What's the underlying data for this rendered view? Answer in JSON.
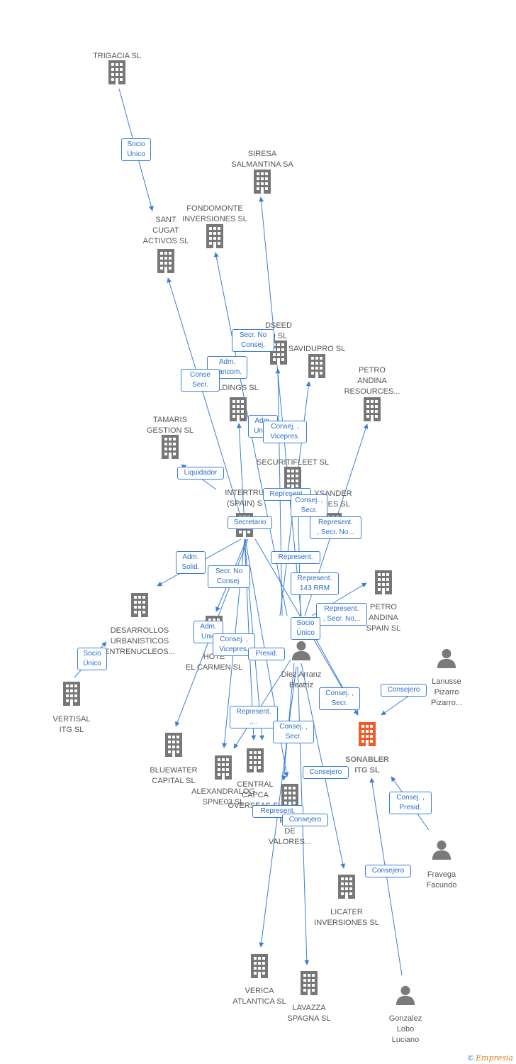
{
  "colors": {
    "edge": "#3b7fd4",
    "building": "#777777",
    "building_main": "#f05a28",
    "person": "#7a7a7a",
    "label": "#555555"
  },
  "nodes": [
    {
      "id": "trigacia",
      "type": "company",
      "label": "TRIGACIA  SL"
    },
    {
      "id": "siresa",
      "type": "company",
      "label": "SIRESA\nSALMANTINA SA"
    },
    {
      "id": "fondomonte",
      "type": "company",
      "label": "FONDOMONTE\nINVERSIONES SL"
    },
    {
      "id": "santcugat",
      "type": "company",
      "label": "SANT\nCUGAT\nACTIVOS  SL"
    },
    {
      "id": "dseed",
      "type": "company",
      "label": "DSEED\nD  SL"
    },
    {
      "id": "savidupro",
      "type": "company",
      "label": "SAVIDUPRO SL"
    },
    {
      "id": "petroandres",
      "type": "company",
      "label": "PETRO\nANDINA\nRESOURCES..."
    },
    {
      "id": "holdings",
      "type": "company",
      "label": "LDINGS SL"
    },
    {
      "id": "tamaris",
      "type": "company",
      "label": "TAMARIS\nGESTION SL"
    },
    {
      "id": "securitifleet",
      "type": "company",
      "label": "SECURITIFLEET SL"
    },
    {
      "id": "intertrust",
      "type": "company",
      "label": "INTERTRU\n(SPAIN) S"
    },
    {
      "id": "lysander",
      "type": "company",
      "label": "YSANDER\nONES SL"
    },
    {
      "id": "petrospain",
      "type": "company",
      "label": "PETRO\nANDINA\nSPAIN SL"
    },
    {
      "id": "desarrollos",
      "type": "company",
      "label": "DESARROLLOS\nURBANISTICOS\nENTRENUCLEOS..."
    },
    {
      "id": "hotel",
      "type": "company",
      "label": "HOTE\nEL CARMEN SL"
    },
    {
      "id": "vertisal",
      "type": "company",
      "label": "VERTISAL\nITG  SL"
    },
    {
      "id": "bluewater",
      "type": "company",
      "label": "BLUEWATER\nCAPITAL SL"
    },
    {
      "id": "alexandralog",
      "type": "company",
      "label": "ALEXANDRALOG\nSPNE03  SL"
    },
    {
      "id": "central",
      "type": "company",
      "label": "CENTRAL\nCAPCA\nOVERSEAS SL"
    },
    {
      "id": "valores",
      "type": "company",
      "label": "PETR\nDE\nVALORES..."
    },
    {
      "id": "sonabler",
      "type": "main",
      "label": "SONABLER\nITG  SL"
    },
    {
      "id": "licater",
      "type": "company",
      "label": "LICATER\nINVERSIONES SL"
    },
    {
      "id": "verica",
      "type": "company",
      "label": "VERICA\nATLANTICA SL"
    },
    {
      "id": "lavazza",
      "type": "company",
      "label": "LAVAZZA\nSPAGNA SL"
    },
    {
      "id": "diez",
      "type": "person",
      "label": "Diez Arranz\nBeatriz"
    },
    {
      "id": "lanusse",
      "type": "person",
      "label": "Lanusse\nPizarro\nPizarro..."
    },
    {
      "id": "fravega",
      "type": "person",
      "label": "Fravega\nFacundo"
    },
    {
      "id": "gonzalez",
      "type": "person",
      "label": "Gonzalez\nLobo\nLuciano"
    }
  ],
  "relations": [
    {
      "id": "r1",
      "label": "Socio\nÚnico"
    },
    {
      "id": "r2",
      "label": "Secr.  No\nConsej."
    },
    {
      "id": "r3",
      "label": "Adm.\nMancom."
    },
    {
      "id": "r4",
      "label": "Conse\nSecr."
    },
    {
      "id": "r5",
      "label": "Adm.\nUnico"
    },
    {
      "id": "r6",
      "label": "Consej. ,\nVicepres."
    },
    {
      "id": "r7",
      "label": "Liquidador"
    },
    {
      "id": "r8",
      "label": "Represent."
    },
    {
      "id": "r9",
      "label": "Consej. ,\nSecr."
    },
    {
      "id": "r10",
      "label": "Secretario"
    },
    {
      "id": "r11",
      "label": "Represent.\n, Secr. No..."
    },
    {
      "id": "r12",
      "label": "Adm.\nSolid."
    },
    {
      "id": "r13",
      "label": "Secr.  No\nConsej."
    },
    {
      "id": "r14",
      "label": "Represent."
    },
    {
      "id": "r15",
      "label": "Represent.\n143 RRM"
    },
    {
      "id": "r16",
      "label": "Represent.\n, Secr. No..."
    },
    {
      "id": "r17",
      "label": "Adm.\nUnic"
    },
    {
      "id": "r18",
      "label": "Socio\nÚnico"
    },
    {
      "id": "r19",
      "label": "Consej. ,\nVicepres."
    },
    {
      "id": "r20",
      "label": "Presid."
    },
    {
      "id": "r21",
      "label": "Socio\nÚnico"
    },
    {
      "id": "r22",
      "label": "Represent.\n,..."
    },
    {
      "id": "r23",
      "label": "Consej. ,\nSecr."
    },
    {
      "id": "r24",
      "label": "Consej. ,\nSecr."
    },
    {
      "id": "r25",
      "label": "Consejero"
    },
    {
      "id": "r26",
      "label": "Consejero"
    },
    {
      "id": "r27",
      "label": "Represent."
    },
    {
      "id": "r28",
      "label": "Consejero"
    },
    {
      "id": "r29",
      "label": "Consej. ,\nPresid."
    },
    {
      "id": "r30",
      "label": "Consejero"
    }
  ],
  "footer": {
    "copyright": "©",
    "brand": "Empresia"
  }
}
